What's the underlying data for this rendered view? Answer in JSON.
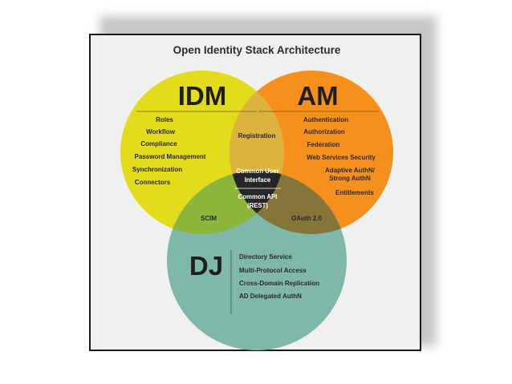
{
  "title": "Open Identity Stack Architecture",
  "circles": {
    "idm": {
      "label": "IDM",
      "color": "#e2dc1d",
      "items": [
        "Roles",
        "Workflow",
        "Compliance",
        "Password Management",
        "Synchronization",
        "Connectors"
      ]
    },
    "am": {
      "label": "AM",
      "color": "#f6901c",
      "items": [
        "Authentication",
        "Authorization",
        "Federation",
        "Web Services Security",
        "Adaptive AuthN/",
        "Strong AuthN",
        "Entitlements"
      ]
    },
    "dj": {
      "label": "DJ",
      "color": "#7fb7a8",
      "items": [
        "Directory Service",
        "Multi-Protocol Access",
        "Cross-Domain Replication",
        "AD Delegated AuthN"
      ]
    }
  },
  "overlaps": {
    "idm_am": "Registration",
    "idm_dj": "SCIM",
    "am_dj": "OAuth 2.0",
    "center_line1": "Common User",
    "center_line2": "Interface",
    "center_line3": "Common API",
    "center_line4": "(REST)"
  }
}
